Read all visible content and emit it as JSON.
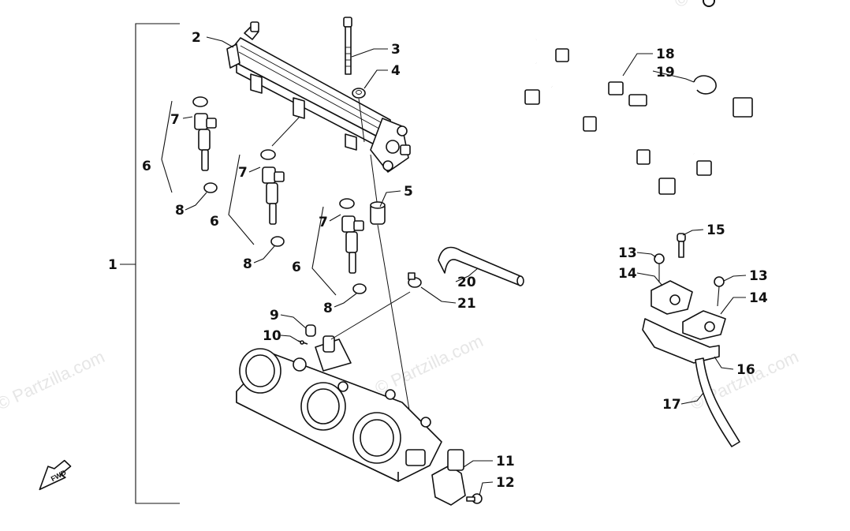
{
  "watermark": "© Partzilla.com",
  "fwd_label": "FWD",
  "callouts": [
    "1",
    "2",
    "3",
    "4",
    "5",
    "6",
    "6",
    "6",
    "7",
    "7",
    "7",
    "8",
    "8",
    "8",
    "9",
    "10",
    "11",
    "12",
    "13",
    "13",
    "14",
    "14",
    "15",
    "16",
    "17",
    "18",
    "19",
    "20",
    "21"
  ]
}
